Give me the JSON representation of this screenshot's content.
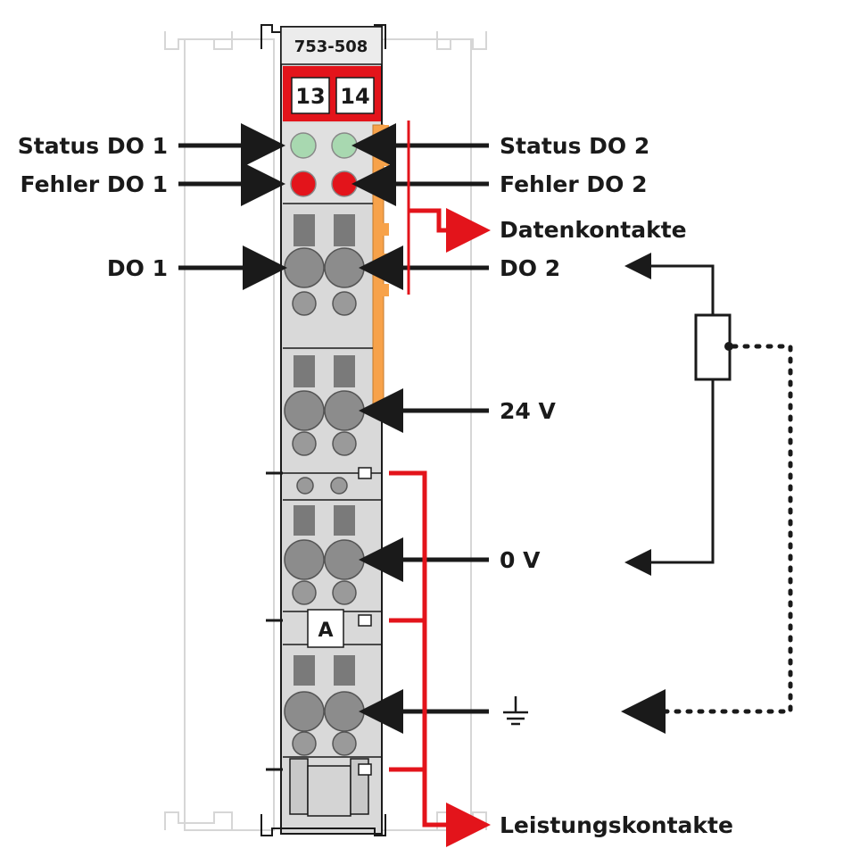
{
  "module": {
    "part_number": "753-508",
    "terminal_numbers": [
      "13",
      "14"
    ],
    "marker": "A"
  },
  "labels": {
    "status_do1": "Status DO 1",
    "fehler_do1": "Fehler DO 1",
    "do1": "DO 1",
    "status_do2": "Status DO 2",
    "fehler_do2": "Fehler DO 2",
    "datenkontakte": "Datenkontakte",
    "do2": "DO 2",
    "v24": "24 V",
    "v0": "0 V",
    "leistungskontakte": "Leistungskontakte"
  },
  "icons": {
    "ground": "ground-symbol-icon",
    "resistor": "resistor-load-icon"
  },
  "colors": {
    "module_gray": "#d9d9d9",
    "contact_gray": "#8c8c8c",
    "status_led_green": "#a8d8b0",
    "fault_led_red": "#e3141b",
    "orange_contact": "#f7a24a",
    "arrow_black": "#1a1a1a",
    "arrow_red": "#e3141b"
  }
}
